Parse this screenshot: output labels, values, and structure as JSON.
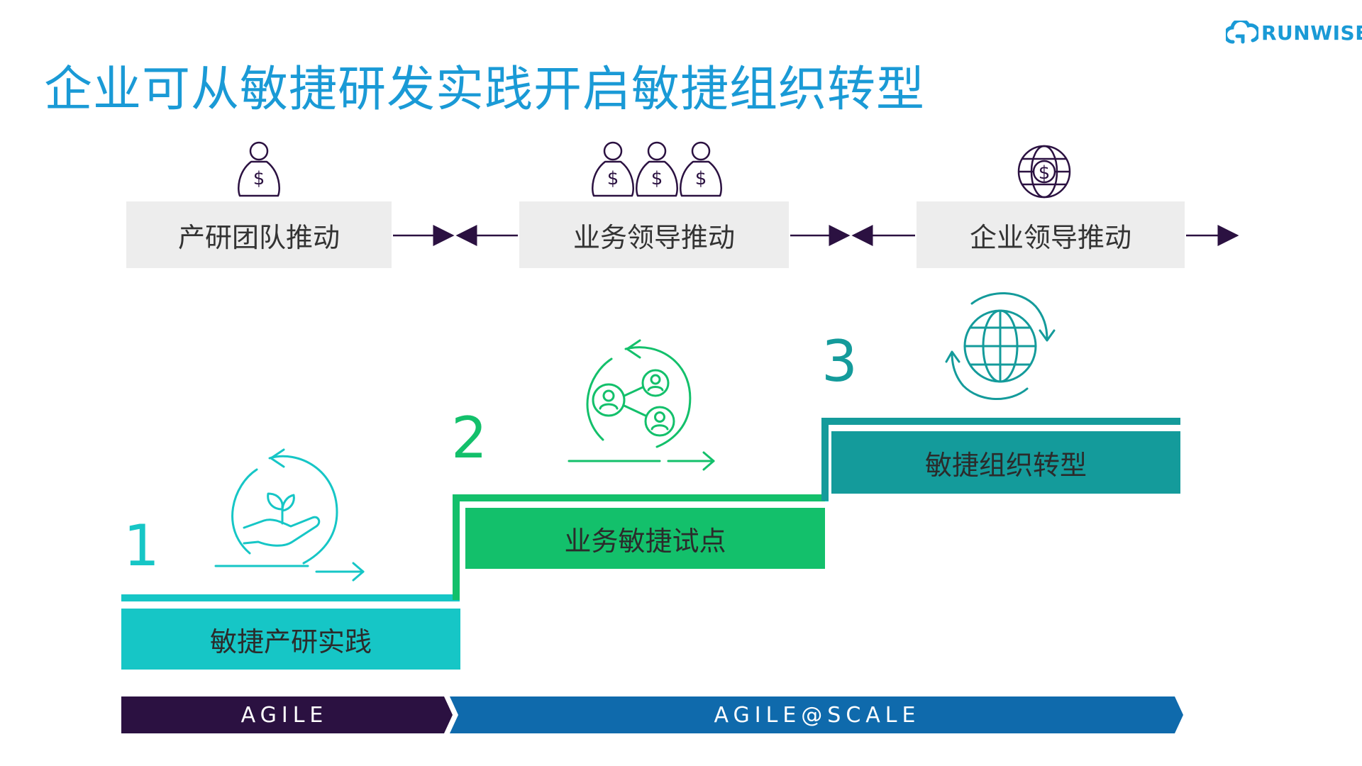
{
  "title": "企业可从敏捷研发实践开启敏捷组织转型",
  "logo": {
    "text": "RUNWISE",
    "icon": "cloud-logo-icon",
    "color": "#1a9ad6"
  },
  "drivers": [
    {
      "label": "产研团队推动",
      "icon": "money-bag-icon"
    },
    {
      "label": "业务领导推动",
      "icon": "three-money-bags-icon"
    },
    {
      "label": "企业领导推动",
      "icon": "dollar-globe-icon"
    }
  ],
  "steps": [
    {
      "number": "1",
      "label": "敏捷产研实践",
      "color": "#16c6c6",
      "icon": "hand-plant-cycle-icon"
    },
    {
      "number": "2",
      "label": "业务敏捷试点",
      "color": "#13c06b",
      "icon": "people-network-cycle-icon"
    },
    {
      "number": "3",
      "label": "敏捷组织转型",
      "color": "#149b9b",
      "icon": "globe-cycle-icon"
    }
  ],
  "phases": [
    {
      "label": "AGILE",
      "color": "#2b1141"
    },
    {
      "label": "AGILE@SCALE",
      "color": "#0f6aac"
    }
  ],
  "colors": {
    "title": "#1a9ad6",
    "driver_box": "#ededed",
    "icon_purple": "#2b1141"
  }
}
